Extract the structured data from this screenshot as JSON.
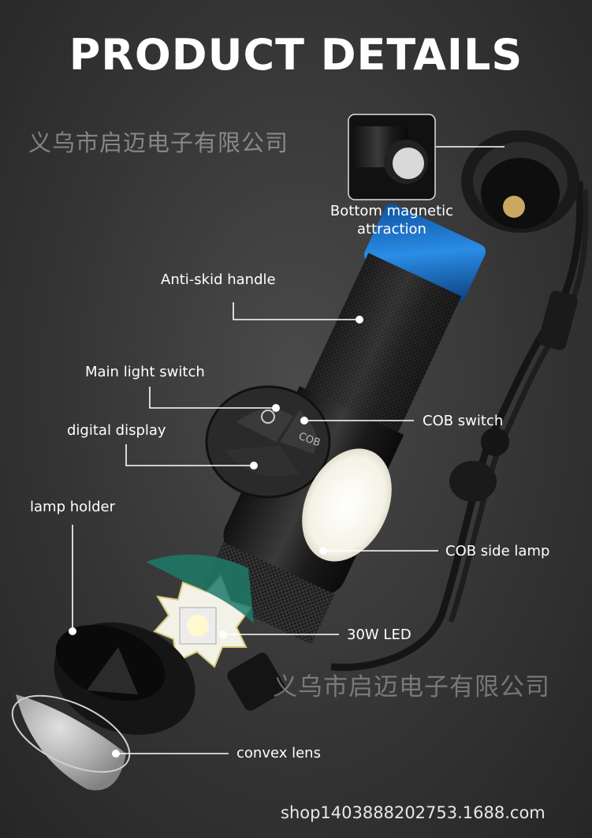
{
  "title": "PRODUCT DETAILS",
  "watermark_top": "义乌市启迈电子有限公司",
  "watermark_bottom": "义乌市启迈电子有限公司",
  "footer_url": "shop1403888202753.1688.com",
  "labels": {
    "bottom_magnetic_line1": "Bottom magnetic",
    "bottom_magnetic_line2": "attraction",
    "anti_skid": "Anti-skid handle",
    "main_switch": "Main light switch",
    "digital_display": "digital display",
    "cob_switch": "COB switch",
    "lamp_holder": "lamp holder",
    "cob_side_lamp": "COB side lamp",
    "led": "30W LED",
    "convex_lens": "convex lens"
  },
  "button_text": {
    "cob": "COB"
  },
  "colors": {
    "background": "#333333",
    "accent_ring": "#1f7fd6",
    "text": "#ffffff"
  }
}
